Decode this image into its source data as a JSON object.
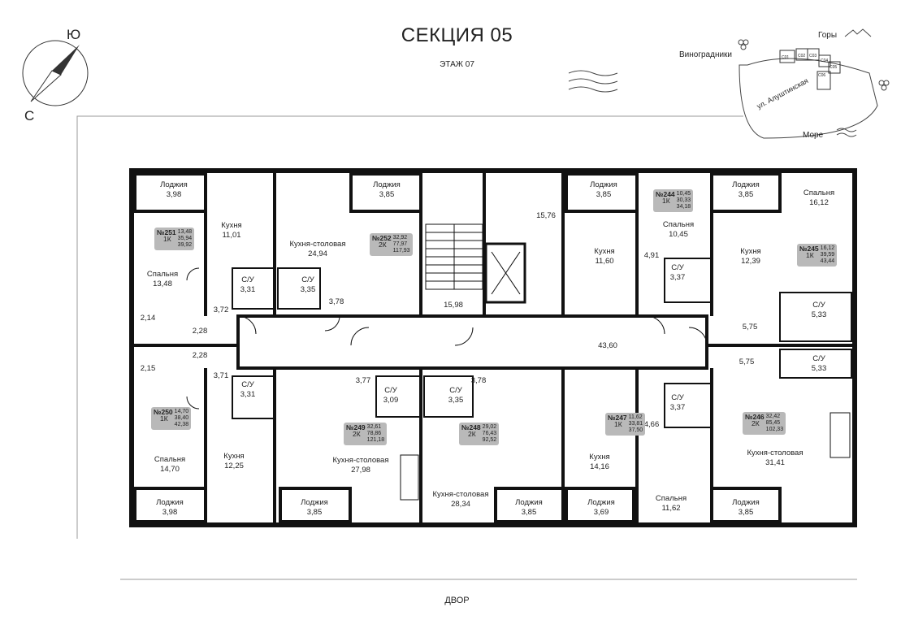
{
  "header": {
    "title": "СЕКЦИЯ 05",
    "floor": "ЭТАЖ 07"
  },
  "compass": {
    "north_label": "Ю",
    "south_label": "С"
  },
  "site_map": {
    "landmarks": {
      "mountains": "Горы",
      "vineyards": "Виноградники",
      "sea": "Море",
      "street": "ул. Алуштинская"
    },
    "sections": [
      "С01",
      "С02",
      "С03",
      "С04",
      "С05",
      "С06"
    ]
  },
  "footer": {
    "yard": "ДВОР"
  },
  "rooms": [
    {
      "name": "Лоджия",
      "area": "3,98"
    },
    {
      "name": "Кухня",
      "area": "11,01"
    },
    {
      "name": "Спальня",
      "area": "13,48"
    },
    {
      "name": "С/У",
      "area": "3,31"
    },
    {
      "name": "",
      "area": "3,72"
    },
    {
      "name": "",
      "area": "2,14"
    },
    {
      "name": "",
      "area": "2,28"
    },
    {
      "name": "Лоджия",
      "area": "3,85"
    },
    {
      "name": "Кухня-столовая",
      "area": "24,94"
    },
    {
      "name": "С/У",
      "area": "3,35"
    },
    {
      "name": "",
      "area": "3,78"
    },
    {
      "name": "",
      "area": "15,76"
    },
    {
      "name": "",
      "area": "15,98"
    },
    {
      "name": "Лоджия",
      "area": "3,85"
    },
    {
      "name": "Кухня",
      "area": "11,60"
    },
    {
      "name": "",
      "area": "4,91"
    },
    {
      "name": "Спальня",
      "area": "10,45"
    },
    {
      "name": "С/У",
      "area": "3,37"
    },
    {
      "name": "Лоджия",
      "area": "3,85"
    },
    {
      "name": "Спальня",
      "area": "16,12"
    },
    {
      "name": "Кухня",
      "area": "12,39"
    },
    {
      "name": "С/У",
      "area": "5,33"
    },
    {
      "name": "",
      "area": "5,75"
    },
    {
      "name": "",
      "area": "43,60"
    },
    {
      "name": "",
      "area": "2,28"
    },
    {
      "name": "",
      "area": "2,15"
    },
    {
      "name": "",
      "area": "3,71"
    },
    {
      "name": "С/У",
      "area": "3,31"
    },
    {
      "name": "Спальня",
      "area": "14,70"
    },
    {
      "name": "Кухня",
      "area": "12,25"
    },
    {
      "name": "Лоджия",
      "area": "3,98"
    },
    {
      "name": "",
      "area": "3,77"
    },
    {
      "name": "С/У",
      "area": "3,09"
    },
    {
      "name": "Кухня-столовая",
      "area": "27,98"
    },
    {
      "name": "Лоджия",
      "area": "3,85"
    },
    {
      "name": "",
      "area": "3,78"
    },
    {
      "name": "С/У",
      "area": "3,35"
    },
    {
      "name": "Кухня-столовая",
      "area": "28,34"
    },
    {
      "name": "Лоджия",
      "area": "3,85"
    },
    {
      "name": "С/У",
      "area": "3,37"
    },
    {
      "name": "",
      "area": "4,66"
    },
    {
      "name": "Кухня",
      "area": "14,16"
    },
    {
      "name": "Лоджия",
      "area": "3,69"
    },
    {
      "name": "Спальня",
      "area": "11,62"
    },
    {
      "name": "",
      "area": "5,75"
    },
    {
      "name": "С/У",
      "area": "5,33"
    },
    {
      "name": "Кухня-столовая",
      "area": "31,41"
    },
    {
      "name": "Лоджия",
      "area": "3,85"
    }
  ],
  "apartments": [
    {
      "num": "№251",
      "type": "1К",
      "a1": "13,48",
      "a2": "35,94",
      "a3": "39,92"
    },
    {
      "num": "№252",
      "type": "2К",
      "a1": "32,92",
      "a2": "77,97",
      "a3": "117,93"
    },
    {
      "num": "№244",
      "type": "1К",
      "a1": "10,45",
      "a2": "30,33",
      "a3": "34,18"
    },
    {
      "num": "№245",
      "type": "1К",
      "a1": "16,12",
      "a2": "39,59",
      "a3": "43,44"
    },
    {
      "num": "№250",
      "type": "1К",
      "a1": "14,70",
      "a2": "38,40",
      "a3": "42,38"
    },
    {
      "num": "№249",
      "type": "2К",
      "a1": "32,61",
      "a2": "78,86",
      "a3": "121,18"
    },
    {
      "num": "№248",
      "type": "2К",
      "a1": "29,02",
      "a2": "76,43",
      "a3": "92,52"
    },
    {
      "num": "№247",
      "type": "1К",
      "a1": "11,62",
      "a2": "33,81",
      "a3": "37,50"
    },
    {
      "num": "№246",
      "type": "2К",
      "a1": "32,42",
      "a2": "85,45",
      "a3": "102,33"
    }
  ],
  "colors": {
    "wall": "#111111",
    "badge": "#b9b9b9",
    "line": "#999999"
  }
}
